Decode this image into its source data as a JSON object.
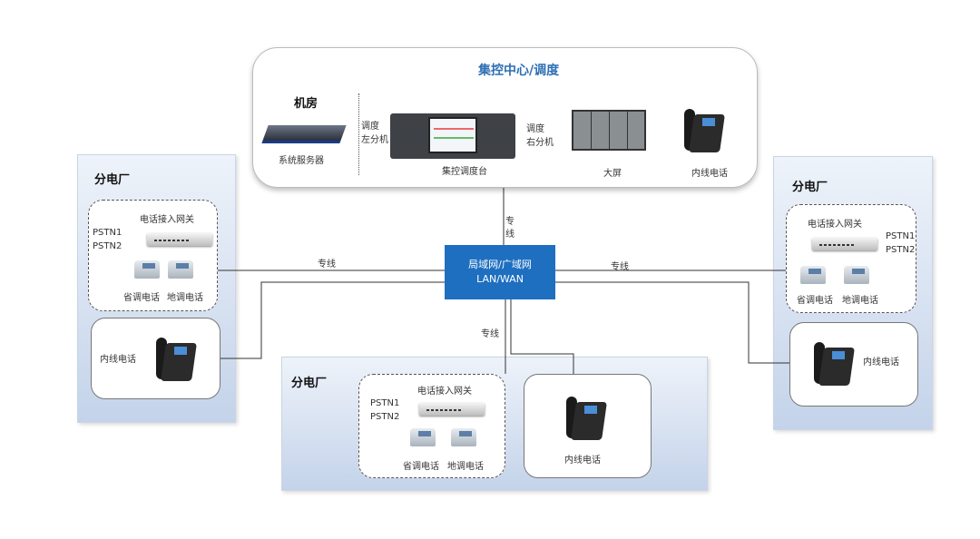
{
  "center": {
    "title": "集控中心/调度",
    "room": "机房",
    "server": "系统服务器",
    "left_ext": [
      "调度",
      "左分机"
    ],
    "right_ext": [
      "调度",
      "右分机"
    ],
    "console": "集控调度台",
    "screen": "大屏",
    "phone": "内线电话"
  },
  "network": {
    "line1": "局域网/广域网",
    "line2": "LAN/WAN",
    "link_label": "专线",
    "link_top": [
      "专",
      "线"
    ]
  },
  "plants": [
    {
      "title": "分电厂",
      "gateway": "电话接入网关",
      "pstn": [
        "PSTN1",
        "PSTN2"
      ],
      "phones": [
        "省调电话",
        "地调电话"
      ],
      "internal": "内线电话"
    },
    {
      "title": "分电厂",
      "gateway": "电话接入网关",
      "pstn": [
        "PSTN1",
        "PSTN2"
      ],
      "phones": [
        "省调电话",
        "地调电话"
      ],
      "internal": "内线电话"
    },
    {
      "title": "分电厂",
      "gateway": "电话接入网关",
      "pstn": [
        "PSTN1",
        "PSTN2"
      ],
      "phones": [
        "省调电话",
        "地调电话"
      ],
      "internal": "内线电话"
    }
  ],
  "colors": {
    "accent": "#1e6fc0",
    "title": "#2e6fb5"
  }
}
